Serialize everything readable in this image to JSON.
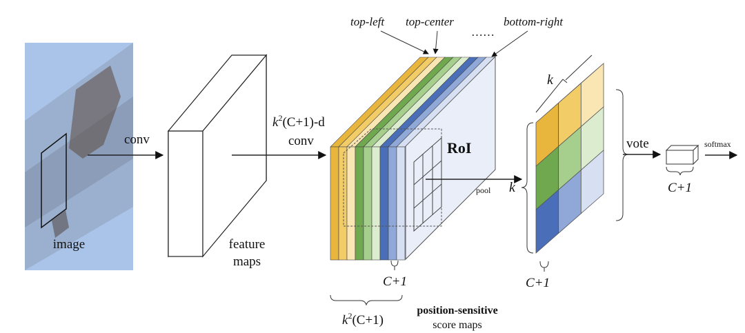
{
  "labels": {
    "image": "image",
    "conv": "conv",
    "feature_maps_line1": "feature",
    "feature_maps_line2": "maps",
    "kconv_k": "k",
    "kconv_exp": "2",
    "kconv_rest": "(C+1)-d",
    "kconv_conv": "conv",
    "top_left": "top-left",
    "top_center": "top-center",
    "ellipsis": "……",
    "bottom_right": "bottom-right",
    "roi": "RoI",
    "pool": "pool",
    "c1_stack": "C+1",
    "k2c1_k": "k",
    "k2c1_exp": "2",
    "k2c1_rest": "(C+1)",
    "ps_title": "position-sensitive",
    "ps_sub": "score maps",
    "k_top": "k",
    "k_left": "k",
    "c1_vote": "C+1",
    "vote": "vote",
    "c1_out": "C+1",
    "softmax": "softmax"
  },
  "colors": {
    "yellow_dark": "#E8B63C",
    "yellow_mid": "#F2CC66",
    "yellow_light": "#FAE6B3",
    "green_dark": "#6FA84F",
    "green_mid": "#A6CF8D",
    "green_light": "#DCEDCF",
    "blue_dark": "#4A6FB8",
    "blue_mid": "#8FA8D8",
    "blue_light": "#D7E0F2",
    "back_panel": "#E9EEF8",
    "photo_bg": "#A9C4E8"
  }
}
